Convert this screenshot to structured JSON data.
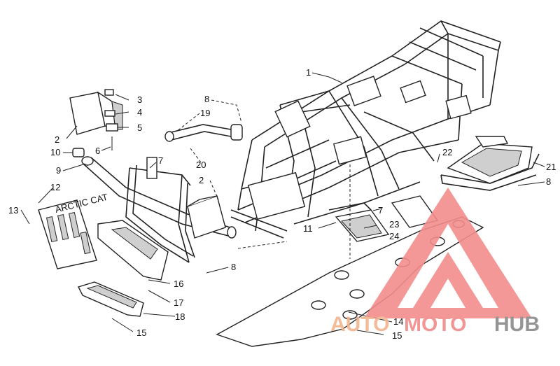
{
  "callouts": [
    {
      "id": "c1",
      "text": "1"
    },
    {
      "id": "c2a",
      "text": "2"
    },
    {
      "id": "c2b",
      "text": "2"
    },
    {
      "id": "c3",
      "text": "3"
    },
    {
      "id": "c4",
      "text": "4"
    },
    {
      "id": "c5",
      "text": "5"
    },
    {
      "id": "c6",
      "text": "6"
    },
    {
      "id": "c7a",
      "text": "7"
    },
    {
      "id": "c7b",
      "text": "7"
    },
    {
      "id": "c8a",
      "text": "8"
    },
    {
      "id": "c8b",
      "text": "8"
    },
    {
      "id": "c8c",
      "text": "8"
    },
    {
      "id": "c9",
      "text": "9"
    },
    {
      "id": "c10",
      "text": "10"
    },
    {
      "id": "c11",
      "text": "11"
    },
    {
      "id": "c12",
      "text": "12"
    },
    {
      "id": "c13",
      "text": "13"
    },
    {
      "id": "c14",
      "text": "14"
    },
    {
      "id": "c15a",
      "text": "15"
    },
    {
      "id": "c15b",
      "text": "15"
    },
    {
      "id": "c16",
      "text": "16"
    },
    {
      "id": "c17",
      "text": "17"
    },
    {
      "id": "c18",
      "text": "18"
    },
    {
      "id": "c19",
      "text": "19"
    },
    {
      "id": "c20",
      "text": "20"
    },
    {
      "id": "c21",
      "text": "21"
    },
    {
      "id": "c22",
      "text": "22"
    },
    {
      "id": "c23",
      "text": "23"
    },
    {
      "id": "c24",
      "text": "24"
    }
  ],
  "plate_text": "ARCTIC CAT",
  "watermark": {
    "auto": "AUTO",
    "moto": "MOTO",
    "hub": "HUB",
    "color_auto": "#f2b48c",
    "color_moto": "#f08a8a",
    "color_hub": "#8a8a8a",
    "triangle_color": "#f28c8c"
  }
}
